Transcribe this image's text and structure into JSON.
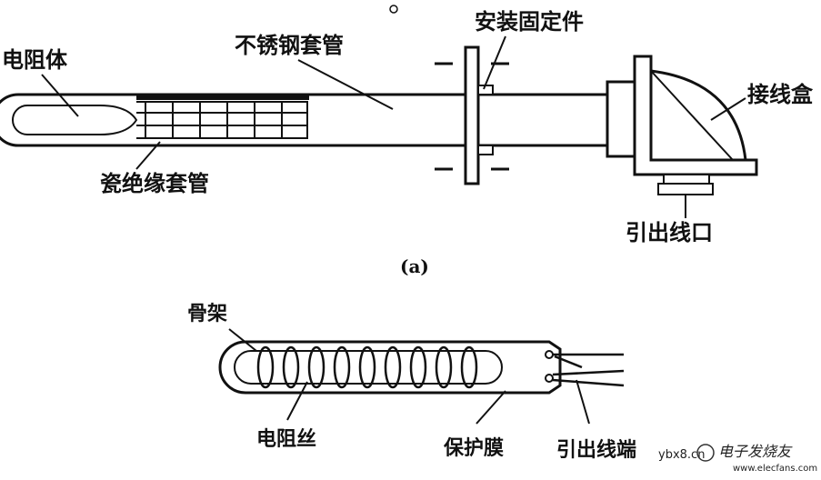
{
  "diagram_a": {
    "caption": "(a)",
    "labels": {
      "resistor_body": "电阻体",
      "stainless_tube": "不锈钢套管",
      "mount_fixture": "安装固定件",
      "junction_box": "接线盒",
      "ceramic_tube": "瓷绝缘套管",
      "lead_outlet": "引出线口"
    }
  },
  "diagram_b": {
    "labels": {
      "frame": "骨架",
      "resistance_wire": "电阻丝",
      "protective_film": "保护膜",
      "lead_terminal": "引出线端"
    }
  },
  "watermark": {
    "site": "ybx8.cn",
    "brand": "电子发烧友",
    "url": "www.elecfans.com"
  }
}
